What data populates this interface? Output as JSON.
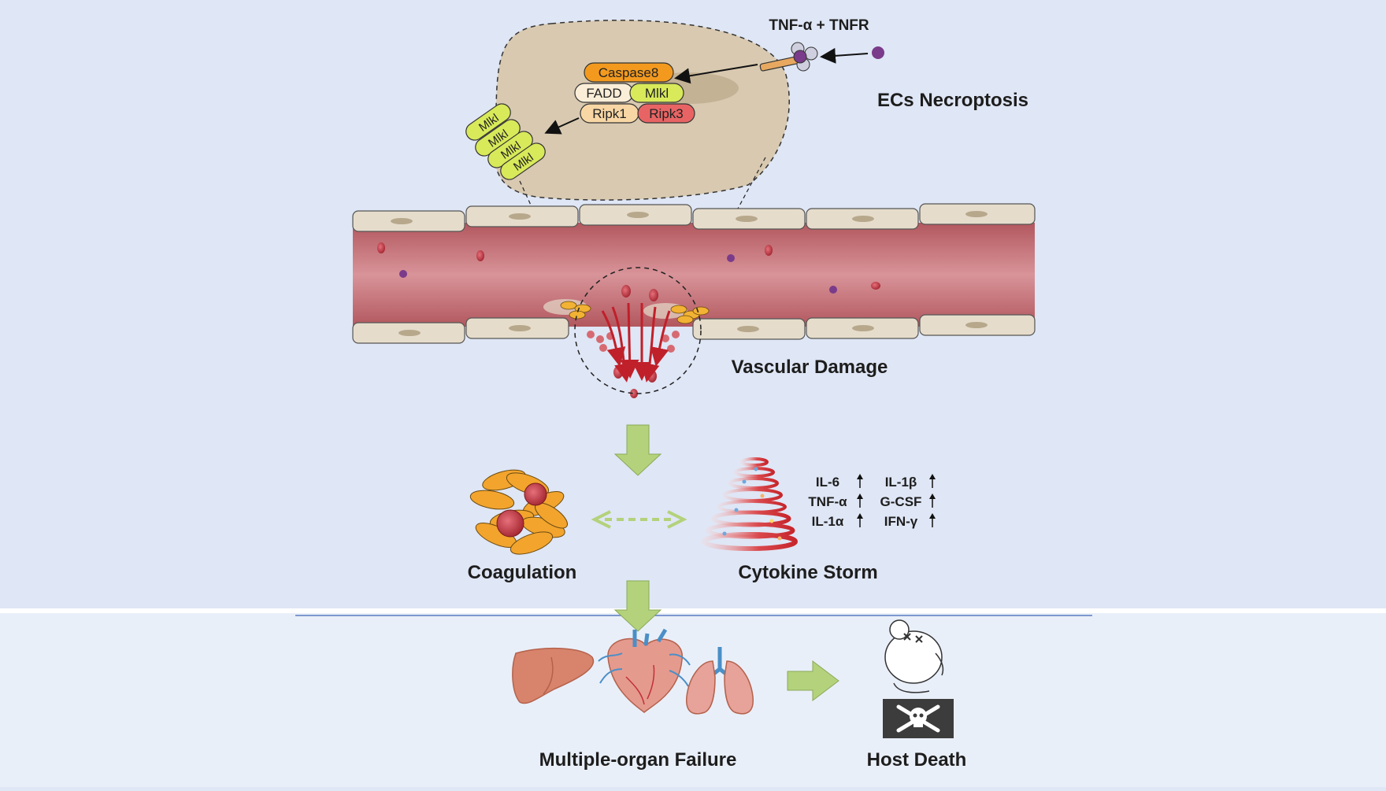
{
  "labels": {
    "receptor": "TNF-α + TNFR",
    "necroptosis": "ECs Necroptosis",
    "vascular_damage": "Vascular Damage",
    "coagulation": "Coagulation",
    "cytokine_storm": "Cytokine Storm",
    "organ_failure": "Multiple-organ Failure",
    "host_death": "Host Death"
  },
  "proteins": {
    "caspase8": "Caspase8",
    "fadd": "FADD",
    "mlkl": "Mlkl",
    "ripk1": "Ripk1",
    "ripk3": "Ripk3",
    "mlkl_oligomer": [
      "Mlkl",
      "Mlkl",
      "Mlkl",
      "Mlkl"
    ]
  },
  "cytokines": [
    {
      "name": "IL-6",
      "trend": "up"
    },
    {
      "name": "IL-1β",
      "trend": "up"
    },
    {
      "name": "TNF-α",
      "trend": "up"
    },
    {
      "name": "G-CSF",
      "trend": "up"
    },
    {
      "name": "IL-1α",
      "trend": "up"
    },
    {
      "name": "IFN-γ",
      "trend": "up"
    }
  ],
  "colors": {
    "background_top": "#dfe6f5",
    "background_bottom": "#e9eff9",
    "divider_line": "#5b7bc0",
    "cell_body": "#d8c9b0",
    "vessel_lumen": "#c86d72",
    "endothelial_cell": "#e6dccb",
    "blood_red": "#c0303a",
    "caspase8": "#f39a1e",
    "mlkl": "#d8e95a",
    "ripk1": "#f8d7a5",
    "ripk3": "#e86464",
    "flow_arrow": "#b3d27b",
    "organ_liver": "#d8836b",
    "lung_vessel": "#4a8fc7",
    "death_box": "#3c3c3c"
  }
}
